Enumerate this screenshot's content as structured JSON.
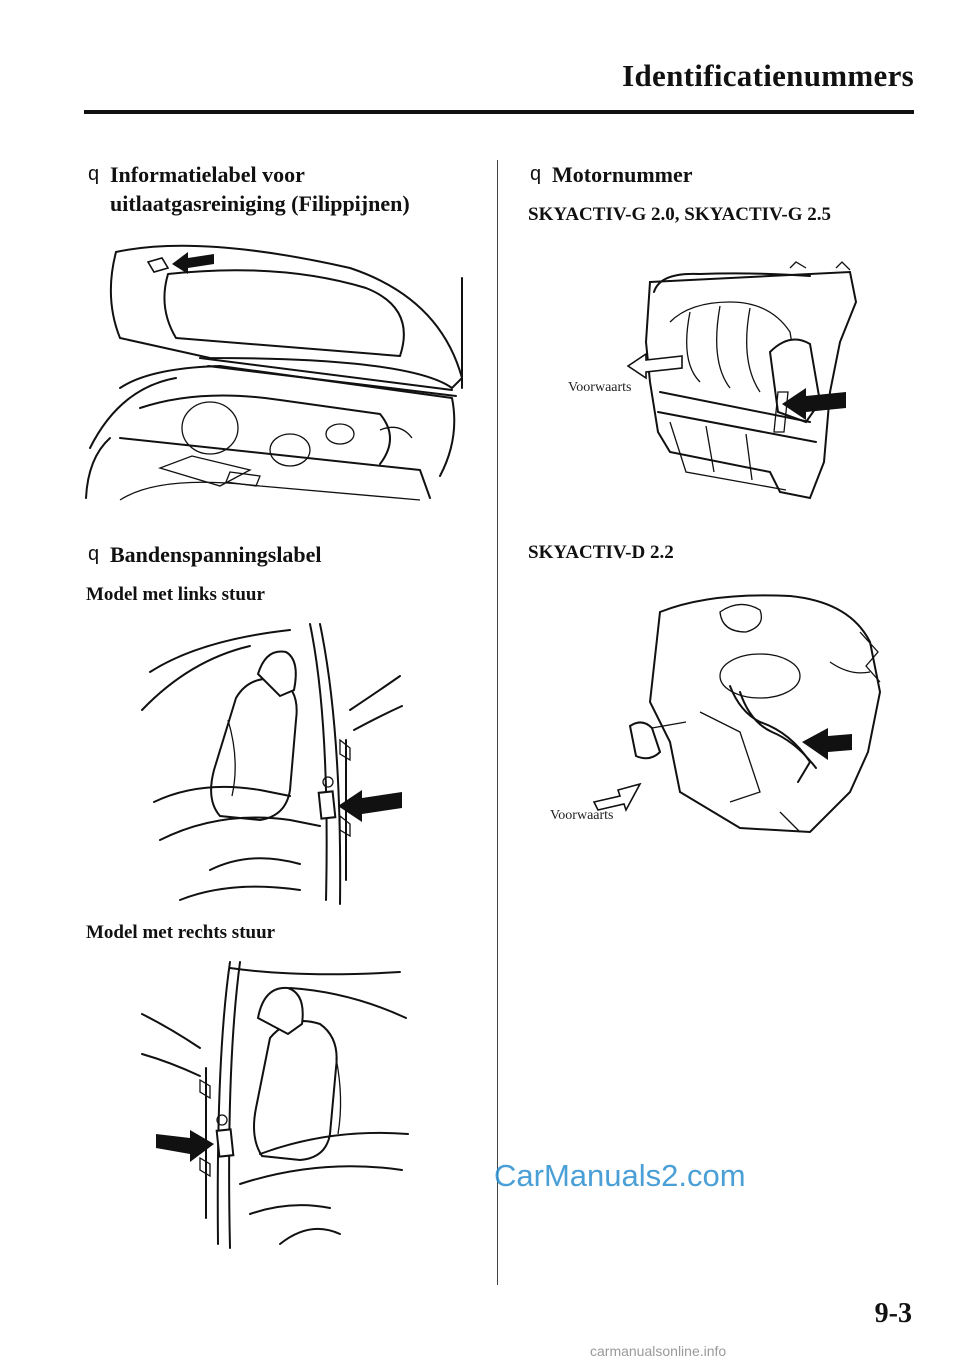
{
  "header": {
    "title": "Identificatienummers"
  },
  "sections": {
    "emission_label": {
      "bullet": "q",
      "title_line1": "Informatielabel voor",
      "title_line2": "uitlaatgasreiniging (Filippijnen)"
    },
    "tire_label": {
      "bullet": "q",
      "title": "Bandenspanningslabel",
      "lhd": "Model met links stuur",
      "rhd": "Model met rechts stuur"
    },
    "engine_number": {
      "bullet": "q",
      "title": "Motornummer",
      "petrol_subtitle": "SKYACTIV-G 2.0, SKYACTIV-G 2.5",
      "petrol_forward": "Voorwaarts",
      "diesel_subtitle": "SKYACTIV-D 2.2",
      "diesel_forward": "Voorwaarts"
    }
  },
  "footer": {
    "page_number": "9-3",
    "watermark": "CarManuals2.com",
    "site": "carmanualsonline.info"
  }
}
